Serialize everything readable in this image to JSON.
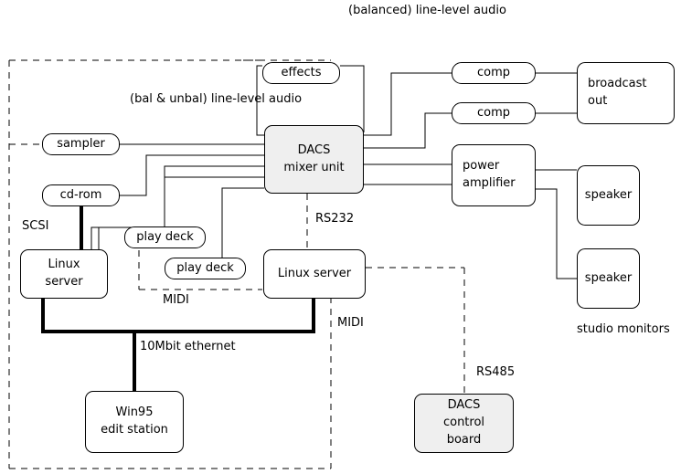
{
  "diagram": {
    "title": "studio audio and network wiring diagram",
    "colors": {
      "stroke": "#000000",
      "background": "#ffffff",
      "shaded_fill": "#efefef"
    }
  },
  "nodes": {
    "effects": {
      "label": "effects"
    },
    "sampler": {
      "label": "sampler"
    },
    "cdrom": {
      "label": "cd-rom"
    },
    "play_deck_1": {
      "label": "play deck"
    },
    "play_deck_2": {
      "label": "play deck"
    },
    "dacs_mixer": {
      "line1": "DACS",
      "line2": "mixer unit"
    },
    "linux_server_left": {
      "line1": "Linux",
      "line2": "server"
    },
    "linux_server_right": {
      "line1": "Linux server"
    },
    "win95": {
      "line1": "Win95",
      "line2": "edit station"
    },
    "comp_top": {
      "label": "comp"
    },
    "comp_bottom": {
      "label": "comp"
    },
    "broadcast_out": {
      "line1": "broadcast",
      "line2": "out"
    },
    "power_amplifier": {
      "line1": "power",
      "line2": "amplifier"
    },
    "speaker_top": {
      "label": "speaker"
    },
    "speaker_bottom": {
      "label": "speaker"
    },
    "dacs_control": {
      "line1": "DACS",
      "line2": "control",
      "line3": "board"
    }
  },
  "captions": {
    "balanced_audio": {
      "line1": "(balanced)",
      "line2": "line-level",
      "line3": "audio"
    },
    "bal_unbal_audio": {
      "line1": "(bal & unbal)",
      "line2": "line-level",
      "line3": "audio"
    },
    "scsi": {
      "text": "SCSI"
    },
    "rs232": {
      "text": "RS232"
    },
    "rs485": {
      "text": "RS485"
    },
    "midi_inner": {
      "text": "MIDI"
    },
    "midi_outer": {
      "text": "MIDI"
    },
    "ethernet": {
      "text": "10Mbit ethernet"
    },
    "studio_monitors": {
      "line1": "studio",
      "line2": "monitors"
    }
  }
}
